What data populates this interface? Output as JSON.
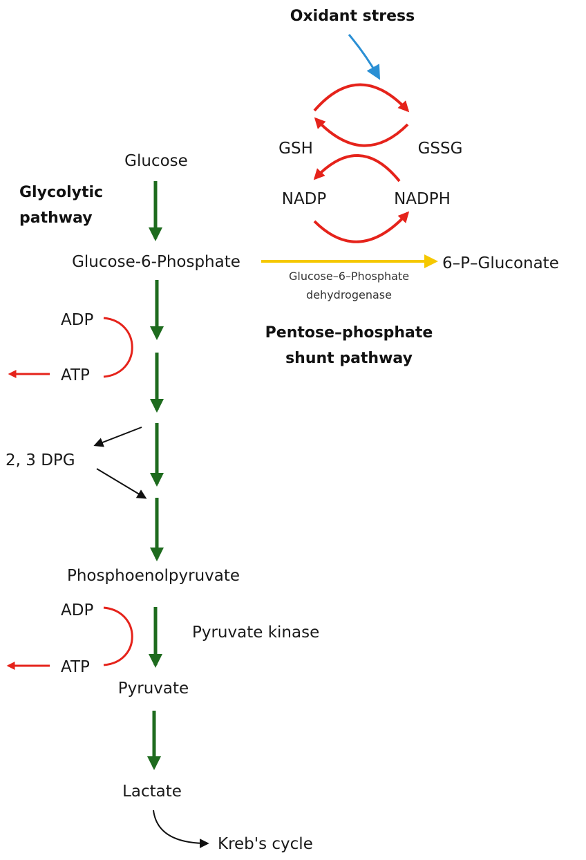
{
  "colors": {
    "glycolysis_arrow": "#1e6b1e",
    "cycle_arrow": "#e5231b",
    "shunt_arrow": "#f5c800",
    "stress_arrow": "#2a8fd4",
    "branch_arrow": "#111111"
  },
  "labels": {
    "oxidant_stress": "Oxidant stress",
    "gsh": "GSH",
    "gssg": "GSSG",
    "nadp": "NADP",
    "nadph": "NADPH",
    "glucose": "Glucose",
    "glycolytic_pathway_line1": "Glycolytic",
    "glycolytic_pathway_line2": "pathway",
    "glucose_6_phosphate": "Glucose-6-Phosphate",
    "gluconate": "6–P–Gluconate",
    "g6pd_line1": "Glucose–6–Phosphate",
    "g6pd_line2": "dehydrogenase",
    "pentose_line1": "Pentose–phosphate",
    "pentose_line2": "shunt pathway",
    "adp_1": "ADP",
    "atp_1": "ATP",
    "dpg": "2, 3 DPG",
    "phosphoenolpyruvate": "Phosphoenolpyruvate",
    "adp_2": "ADP",
    "atp_2": "ATP",
    "pyruvate_kinase": "Pyruvate kinase",
    "pyruvate": "Pyruvate",
    "lactate": "Lactate",
    "krebs_cycle": "Kreb's cycle"
  }
}
